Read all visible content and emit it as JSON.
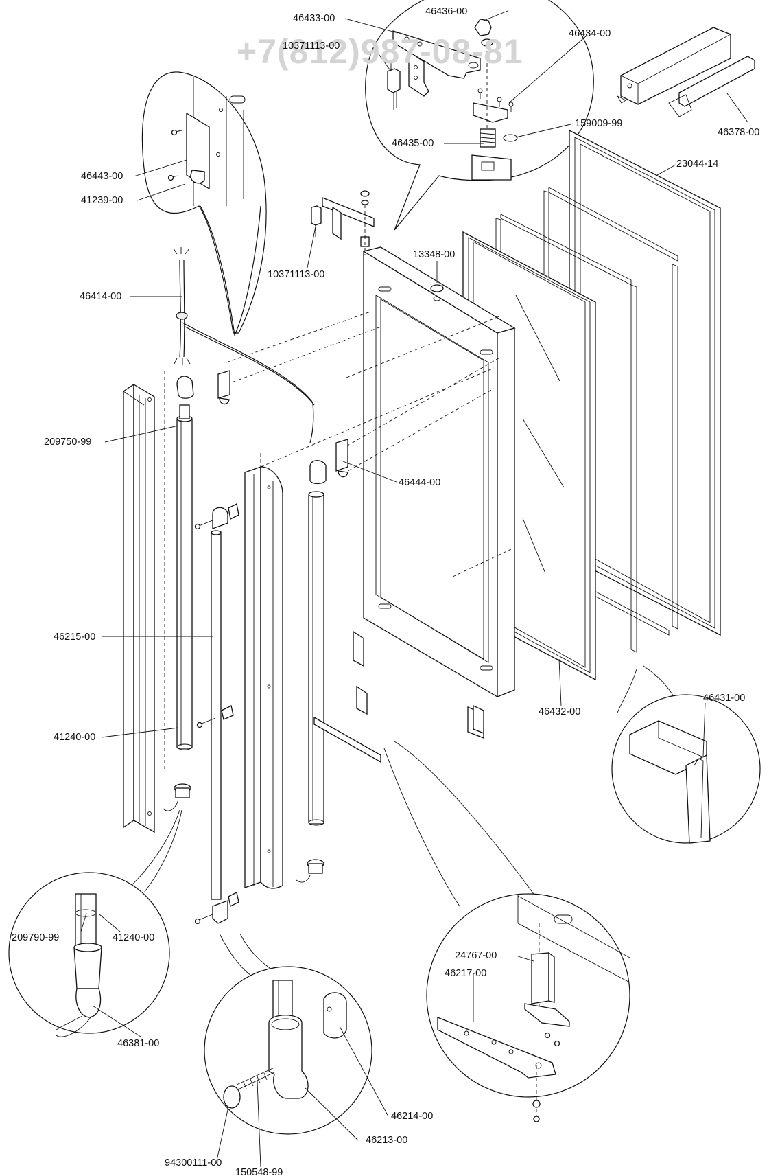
{
  "watermark": "+7(812)987-08-81",
  "labels": [
    {
      "id": "46436-00",
      "text": "46436-00"
    },
    {
      "id": "46433-00",
      "text": "46433-00"
    },
    {
      "id": "10371113-00-top",
      "text": "10371113-00"
    },
    {
      "id": "46434-00",
      "text": "46434-00"
    },
    {
      "id": "159009-99",
      "text": "159009-99"
    },
    {
      "id": "46435-00",
      "text": "46435-00"
    },
    {
      "id": "46378-00",
      "text": "46378-00"
    },
    {
      "id": "23044-14",
      "text": "23044-14"
    },
    {
      "id": "46443-00",
      "text": "46443-00"
    },
    {
      "id": "41239-00",
      "text": "41239-00"
    },
    {
      "id": "10371113-00",
      "text": "10371113-00"
    },
    {
      "id": "13348-00",
      "text": "13348-00"
    },
    {
      "id": "46414-00",
      "text": "46414-00"
    },
    {
      "id": "209750-99",
      "text": "209750-99"
    },
    {
      "id": "46444-00",
      "text": "46444-00"
    },
    {
      "id": "46215-00",
      "text": "46215-00"
    },
    {
      "id": "41240-00",
      "text": "41240-00"
    },
    {
      "id": "46431-00",
      "text": "46431-00"
    },
    {
      "id": "46432-00",
      "text": "46432-00"
    },
    {
      "id": "209790-99",
      "text": "209790-99"
    },
    {
      "id": "41240-00-detail",
      "text": "41240-00"
    },
    {
      "id": "46381-00",
      "text": "46381-00"
    },
    {
      "id": "24767-00",
      "text": "24767-00"
    },
    {
      "id": "46217-00",
      "text": "46217-00"
    },
    {
      "id": "46214-00",
      "text": "46214-00"
    },
    {
      "id": "46213-00",
      "text": "46213-00"
    },
    {
      "id": "94300111-00",
      "text": "94300111-00"
    },
    {
      "id": "150548-99",
      "text": "150548-99"
    }
  ]
}
